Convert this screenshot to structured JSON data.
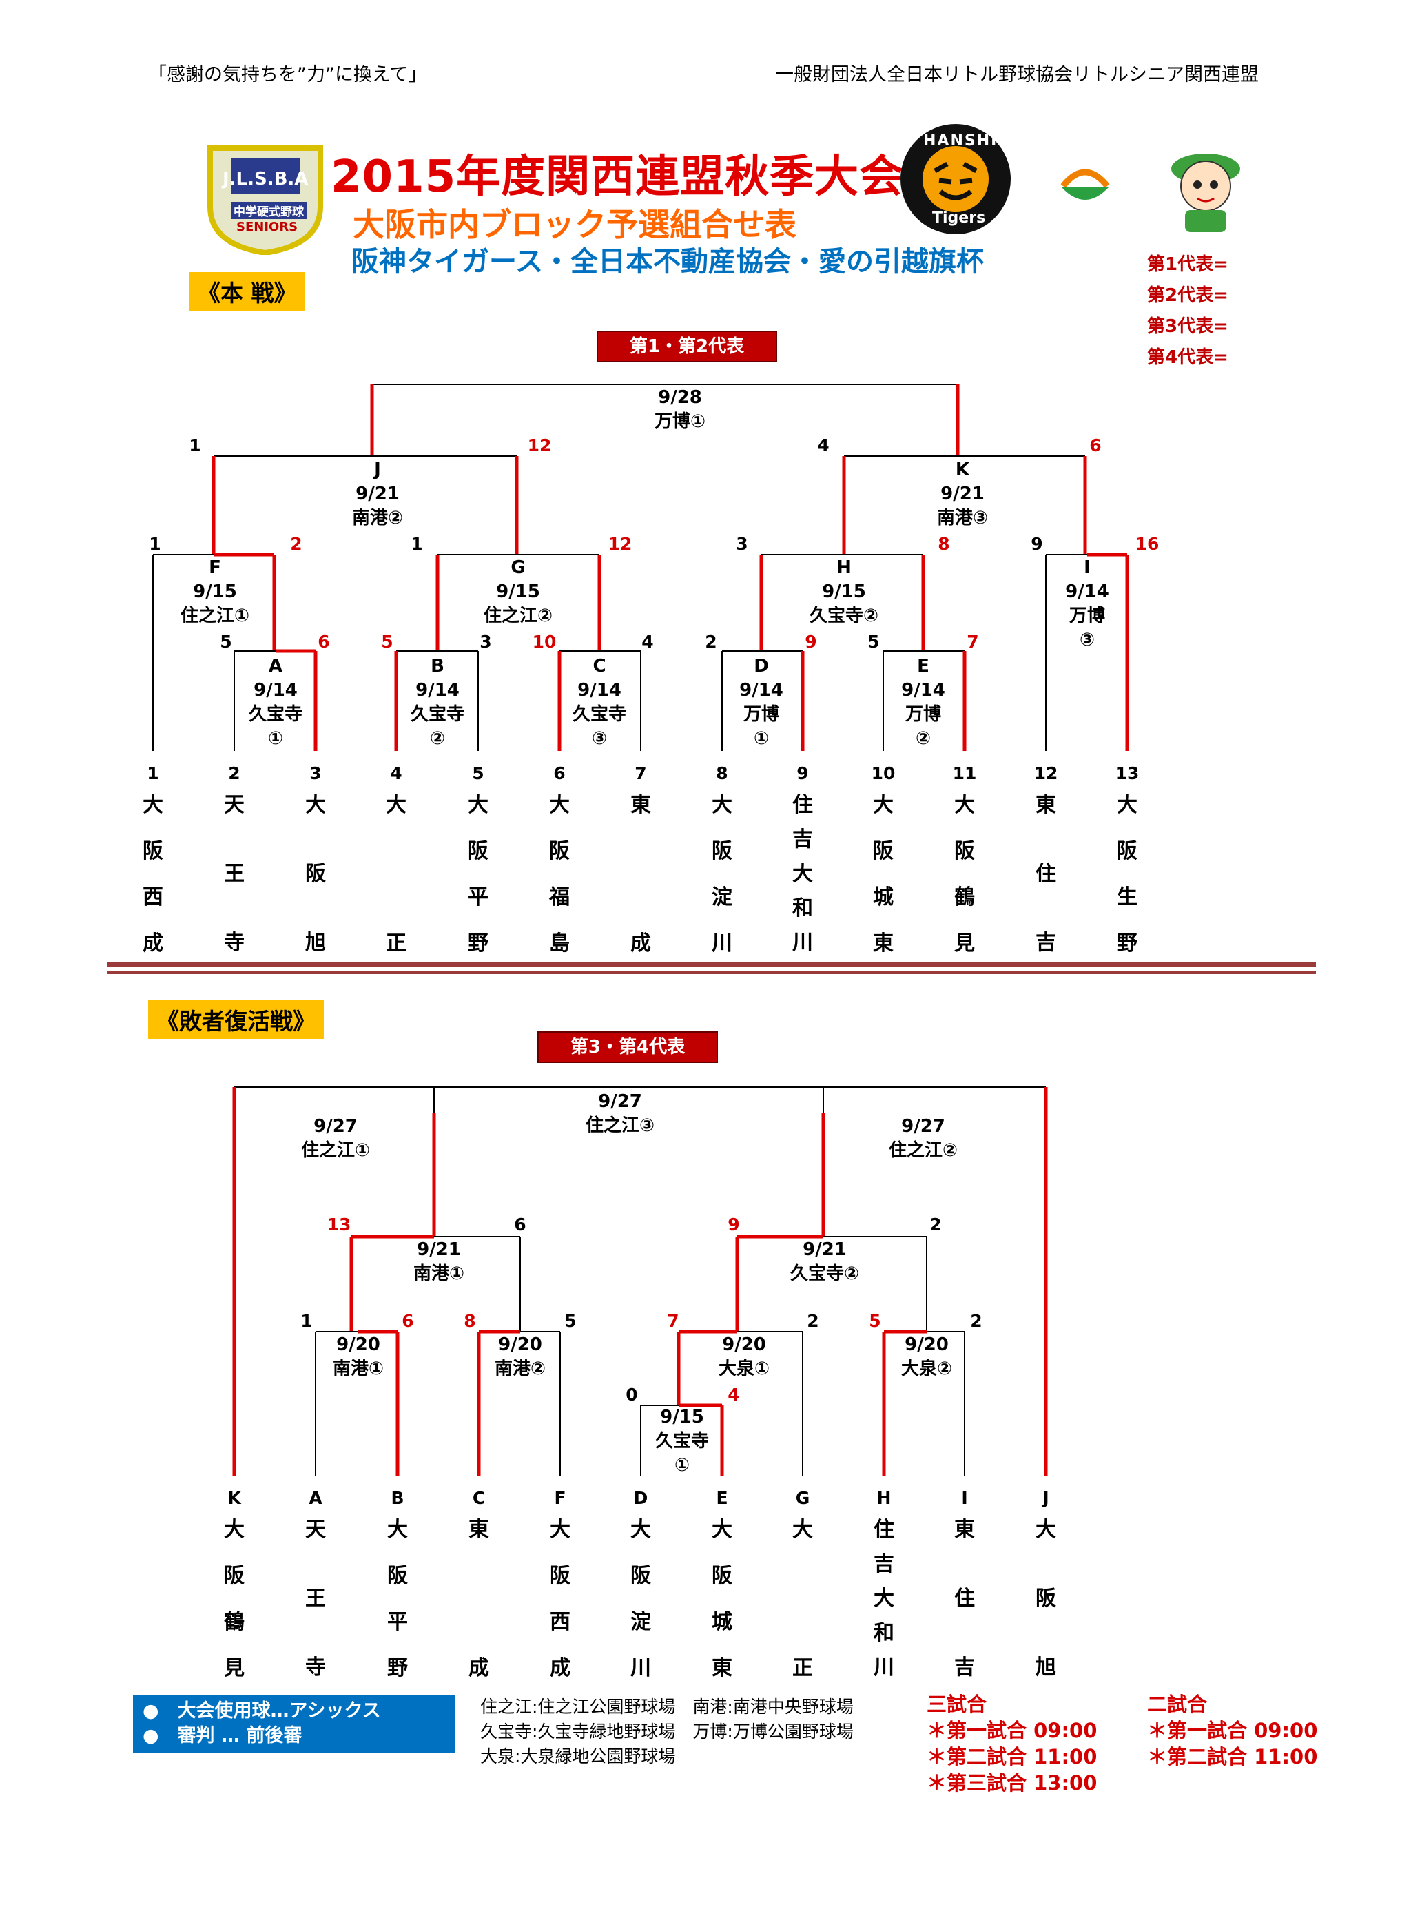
{
  "header": {
    "left": "「感謝の気持ちを”力”に換えて」",
    "right": "一般財団法人全日本リトル野球協会リトルシニア関西連盟"
  },
  "title": {
    "main": "2015年度関西連盟秋季大会",
    "sub1": "大阪市内ブロック予選組合せ表",
    "sub2": "阪神タイガース・全日本不動産協会・愛の引越旗杯"
  },
  "logos": {
    "jlsba": "J.L.S.B.A",
    "jlsba_sub": "中学硬式野球",
    "jlsba_seniors": "SENIORS",
    "hanshin_top": "HANSHIN",
    "hanshin_bottom": "Tigers",
    "hanshin_icon": "tiger-icon",
    "mascot_icon": "mascot-icon",
    "realestate_icon": "house-icon"
  },
  "representatives": [
    "第1代表=",
    "第2代表=",
    "第3代表=",
    "第4代表="
  ],
  "main": {
    "section_label": "《本 戦》",
    "final_label": "第1・第2代表",
    "final_game": {
      "date": "9/28",
      "venue": "万博①"
    },
    "games": [
      {
        "id": "J",
        "date": "9/21",
        "venue": "南港②"
      },
      {
        "id": "K",
        "date": "9/21",
        "venue": "南港③"
      },
      {
        "id": "F",
        "date": "9/15",
        "venue": "住之江①"
      },
      {
        "id": "G",
        "date": "9/15",
        "venue": "住之江②"
      },
      {
        "id": "H",
        "date": "9/15",
        "venue": "久宝寺②"
      },
      {
        "id": "I",
        "date": "9/14",
        "venue": "万博",
        "venue2": "③"
      },
      {
        "id": "A",
        "date": "9/14",
        "venue": "久宝寺",
        "venue2": "①"
      },
      {
        "id": "B",
        "date": "9/14",
        "venue": "久宝寺",
        "venue2": "②"
      },
      {
        "id": "C",
        "date": "9/14",
        "venue": "久宝寺",
        "venue2": "③"
      },
      {
        "id": "D",
        "date": "9/14",
        "venue": "万博",
        "venue2": "①"
      },
      {
        "id": "E",
        "date": "9/14",
        "venue": "万博",
        "venue2": "②"
      }
    ],
    "scores": [
      "1",
      "12",
      "4",
      "6",
      "1",
      "2",
      "1",
      "12",
      "3",
      "8",
      "9",
      "16",
      "5",
      "6",
      "5",
      "3",
      "10",
      "4",
      "2",
      "9",
      "5",
      "7"
    ],
    "teams": [
      {
        "no": "1",
        "name": [
          "大",
          "阪",
          "西",
          "成"
        ]
      },
      {
        "no": "2",
        "name": [
          "天",
          "王",
          "寺"
        ]
      },
      {
        "no": "3",
        "name": [
          "大",
          "阪",
          "旭"
        ]
      },
      {
        "no": "4",
        "name": [
          "大",
          "正"
        ]
      },
      {
        "no": "5",
        "name": [
          "大",
          "阪",
          "平",
          "野"
        ]
      },
      {
        "no": "6",
        "name": [
          "大",
          "阪",
          "福",
          "島"
        ]
      },
      {
        "no": "7",
        "name": [
          "東",
          "成"
        ]
      },
      {
        "no": "8",
        "name": [
          "大",
          "阪",
          "淀",
          "川"
        ]
      },
      {
        "no": "9",
        "name": [
          "住",
          "吉",
          "大",
          "和",
          "川"
        ]
      },
      {
        "no": "10",
        "name": [
          "大",
          "阪",
          "城",
          "東"
        ]
      },
      {
        "no": "11",
        "name": [
          "大",
          "阪",
          "鶴",
          "見"
        ]
      },
      {
        "no": "12",
        "name": [
          "東",
          "住",
          "吉"
        ]
      },
      {
        "no": "13",
        "name": [
          "大",
          "阪",
          "生",
          "野"
        ]
      }
    ]
  },
  "consolation": {
    "section_label": "《敗者復活戦》",
    "final_label": "第3・第4代表",
    "final_game": {
      "date": "9/27",
      "venue": "住之江③"
    },
    "games": [
      {
        "date": "9/27",
        "venue": "住之江①"
      },
      {
        "date": "9/27",
        "venue": "住之江②"
      },
      {
        "date": "9/21",
        "venue": "南港①"
      },
      {
        "date": "9/21",
        "venue": "久宝寺②"
      },
      {
        "date": "9/20",
        "venue": "南港①"
      },
      {
        "date": "9/20",
        "venue": "南港②"
      },
      {
        "date": "9/20",
        "venue": "大泉①"
      },
      {
        "date": "9/20",
        "venue": "大泉②"
      },
      {
        "date": "9/15",
        "venue": "久宝寺",
        "venue2": "①"
      }
    ],
    "scores": [
      "13",
      "6",
      "9",
      "2",
      "1",
      "6",
      "8",
      "5",
      "7",
      "2",
      "5",
      "2",
      "0",
      "4"
    ],
    "teams": [
      {
        "no": "K",
        "name": [
          "大",
          "阪",
          "鶴",
          "見"
        ]
      },
      {
        "no": "A",
        "name": [
          "天",
          "王",
          "寺"
        ]
      },
      {
        "no": "B",
        "name": [
          "大",
          "阪",
          "平",
          "野"
        ]
      },
      {
        "no": "C",
        "name": [
          "東",
          "成"
        ]
      },
      {
        "no": "F",
        "name": [
          "大",
          "阪",
          "西",
          "成"
        ]
      },
      {
        "no": "D",
        "name": [
          "大",
          "阪",
          "淀",
          "川"
        ]
      },
      {
        "no": "E",
        "name": [
          "大",
          "阪",
          "城",
          "東"
        ]
      },
      {
        "no": "G",
        "name": [
          "大",
          "正"
        ]
      },
      {
        "no": "H",
        "name": [
          "住",
          "吉",
          "大",
          "和",
          "川"
        ]
      },
      {
        "no": "I",
        "name": [
          "東",
          "住",
          "吉"
        ]
      },
      {
        "no": "J",
        "name": [
          "大",
          "阪",
          "旭"
        ]
      }
    ]
  },
  "footer": {
    "ball": "●　大会使用球…アシックス",
    "umpire": "●　審判 … 前後審",
    "venues": "住之江:住之江公園野球場　南港:南港中央野球場　　久宝寺:久宝寺緑地野球場　万博:万博公園野球場　大泉:大泉緑地公園野球場",
    "schedule3": {
      "title": "三試合",
      "items": [
        "＊第一試合 09:00",
        "＊第二試合 11:00",
        "＊第三試合 13:00"
      ]
    },
    "schedule2": {
      "title": "二試合",
      "items": [
        "＊第一試合 09:00",
        "＊第二試合 11:00"
      ]
    }
  },
  "colors": {
    "win": "#e00000",
    "lose": "#000000",
    "title": "#e00000",
    "accent": "#c00000"
  }
}
